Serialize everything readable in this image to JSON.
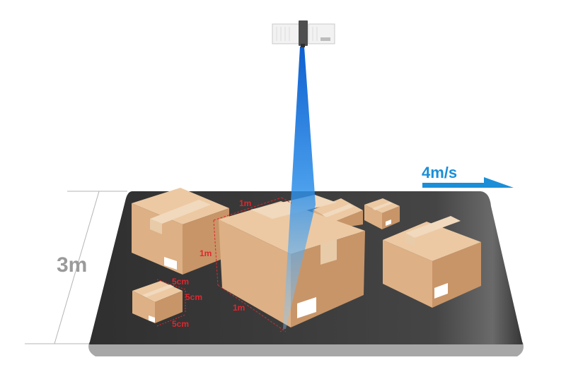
{
  "labels": {
    "height": "3m",
    "speed": "4m/s",
    "big_box_top": "1m",
    "big_box_side": "1m",
    "big_box_bottom": "1m",
    "small_box_a": "5cm",
    "small_box_b": "5cm",
    "small_box_c": "5cm"
  },
  "colors": {
    "belt": "#3b3b3b",
    "belt_rim": "#a7a7a7",
    "box_top": "#ecc9a3",
    "box_left": "#ddb085",
    "box_right": "#c89568",
    "tape": "#f1d9bd",
    "laser": "#1a73d9",
    "dimension": "#e0262d",
    "speed_arrow": "#1a8fd8"
  },
  "icons": {
    "scanner": "barcode-scanner-icon"
  }
}
